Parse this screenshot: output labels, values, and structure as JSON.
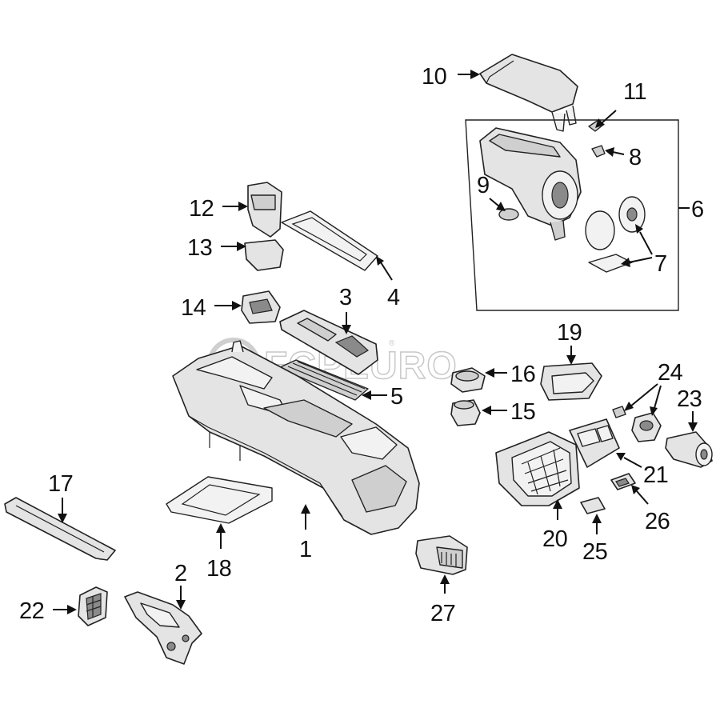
{
  "watermark": {
    "text": "FCPEURO",
    "registered_mark": "®"
  },
  "colors": {
    "ink": "#111111",
    "part_fill": "#e4e4e4",
    "watermark": "#c8c8c8",
    "background": "#ffffff"
  },
  "callouts": [
    "1",
    "2",
    "3",
    "4",
    "5",
    "6",
    "7",
    "8",
    "9",
    "10",
    "11",
    "12",
    "13",
    "14",
    "15",
    "16",
    "17",
    "18",
    "19",
    "20",
    "21",
    "22",
    "23",
    "24",
    "25",
    "26",
    "27"
  ]
}
